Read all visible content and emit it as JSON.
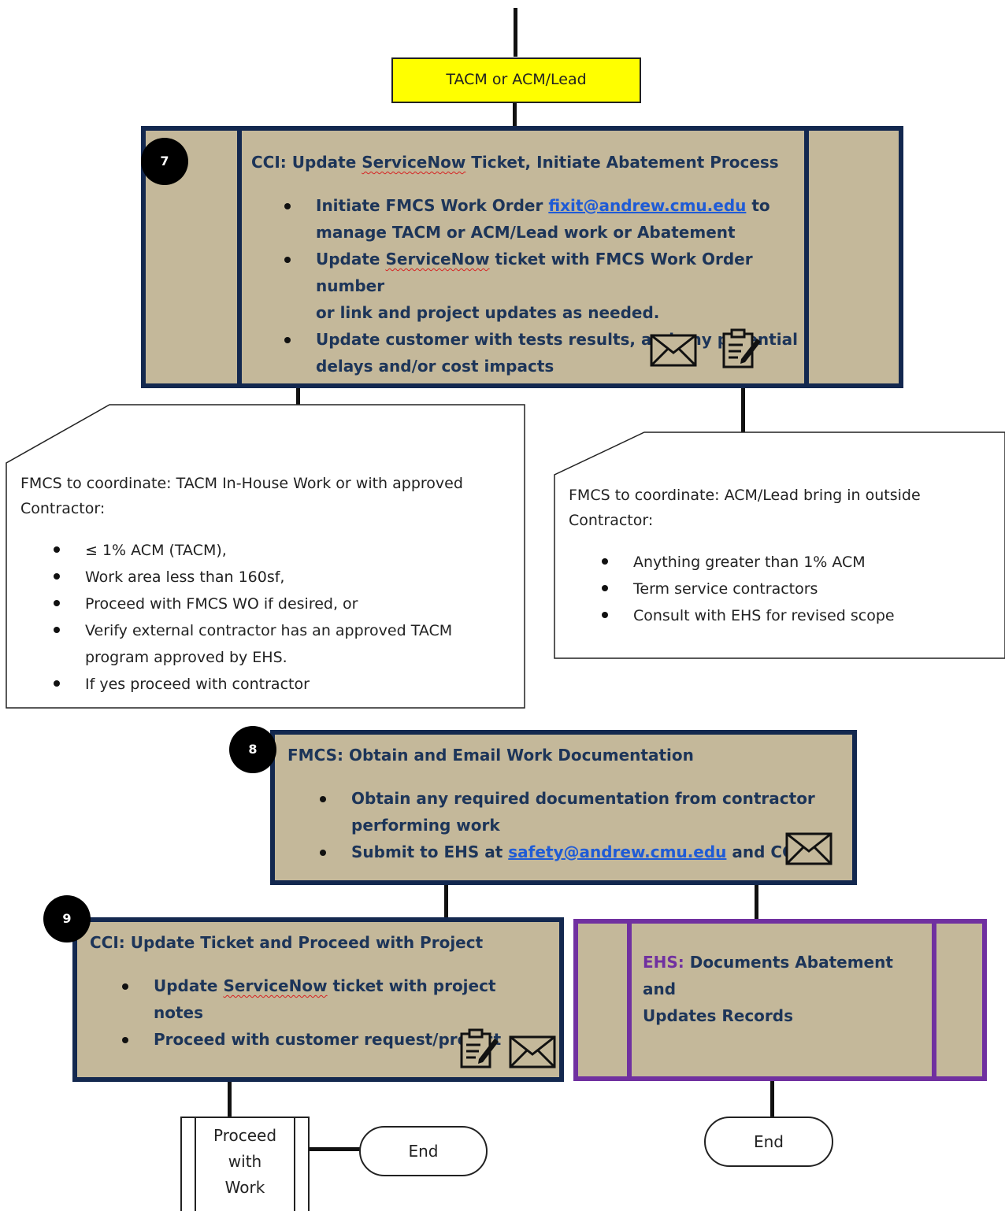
{
  "step_top": {
    "label": "TACM or ACM/Lead"
  },
  "step7": {
    "number": "7",
    "title_prefix": "CCI: Update ",
    "title_squig": "ServiceNow",
    "title_suffix": " Ticket, Initiate Abatement Process",
    "b1_pre": "Initiate FMCS Work Order ",
    "b1_link": "fixit@andrew.cmu.edu",
    "b1_mid": " to",
    "b1_line2": "manage TACM or ACM/Lead work or Abatement",
    "b2_pre": "Update ",
    "b2_squig": "ServiceNow",
    "b2_post": " ticket with FMCS Work Order number",
    "b2_line2": "or link and project updates as needed.",
    "b3_line1": "Update customer with tests results, and any potential",
    "b3_line2": "delays and/or cost impacts"
  },
  "note_left": {
    "heading_l1": "FMCS to coordinate: TACM In-House Work or with approved",
    "heading_l2": "Contractor:",
    "items": [
      "≤ 1% ACM (TACM),",
      "Work area less than 160sf,",
      "Proceed with FMCS WO if desired, or",
      "Verify external contractor has an approved TACM",
      "If yes proceed with contractor"
    ],
    "item4_line2": "program approved by EHS."
  },
  "note_right": {
    "heading_l1": "FMCS to coordinate: ACM/Lead bring in outside",
    "heading_l2": "Contractor:",
    "items": [
      "Anything greater than 1% ACM",
      "Term service contractors",
      "Consult with EHS for revised scope"
    ]
  },
  "step8": {
    "number": "8",
    "title": "FMCS:  Obtain and Email Work Documentation",
    "b1_line1": "Obtain any required documentation from contractor",
    "b1_line2": "performing work",
    "b2_pre": "Submit to EHS at ",
    "b2_link": "safety@andrew.cmu.edu",
    "b2_post": " and CCI"
  },
  "step9": {
    "number": "9",
    "title": "CCI:  Update Ticket and Proceed with Project",
    "b1_pre": "Update ",
    "b1_squig": "ServiceNow",
    "b1_post": " ticket with project notes",
    "b2": "Proceed with customer request/project"
  },
  "ehs_box": {
    "prefix": "EHS:",
    "line1": " Documents Abatement and",
    "line2": "Updates Records"
  },
  "proceed_box": {
    "line1": "Proceed",
    "line2": "with",
    "line3": "Work"
  },
  "end_left": {
    "label": "End"
  },
  "end_right": {
    "label": "End"
  },
  "colors": {
    "process_fill": "#c4b89a",
    "navy_border": "#13284f",
    "purple_border": "#7030a0",
    "decision_fill": "#ffff00"
  },
  "icons": [
    "envelope-icon",
    "clipboard-edit-icon"
  ]
}
